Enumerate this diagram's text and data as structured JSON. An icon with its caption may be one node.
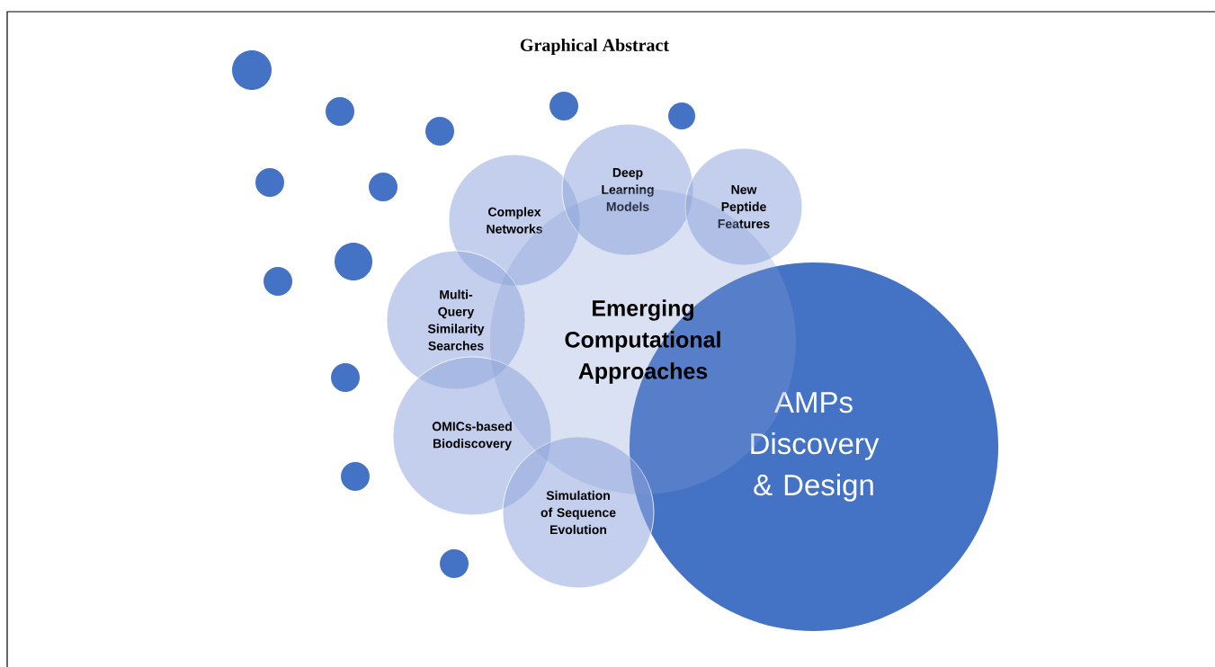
{
  "diagram": {
    "title": "Graphical Abstract",
    "nodes": [
      {
        "text": [
          "Complex Networks"
        ]
      },
      {
        "text": [
          "Deep Learning Models"
        ]
      },
      {
        "text": [
          "New Peptide Features"
        ]
      },
      {
        "text": [
          "Multi-Query Similarity Searches"
        ]
      },
      {
        "text": [
          "Emerging Computational Approaches"
        ]
      },
      {
        "text": [
          "OMICs-based Biodiscovery"
        ]
      },
      {
        "text": [
          "Simulation of Sequence Evolution"
        ]
      },
      {
        "text": [
          "AMPs Discovery & Design"
        ]
      },
      {
        "text": [],
        "shape": "circle"
      },
      {
        "text": [],
        "shape": "circle"
      },
      {
        "text": [],
        "shape": "circle"
      },
      {
        "text": [],
        "shape": "circle"
      },
      {
        "text": [],
        "shape": "circle"
      },
      {
        "text": [],
        "shape": "circle"
      },
      {
        "text": [],
        "shape": "circle"
      },
      {
        "text": [],
        "shape": "circle"
      },
      {
        "text": [],
        "shape": "circle"
      },
      {
        "text": [],
        "shape": "circle"
      },
      {
        "text": [],
        "shape": "circle"
      },
      {
        "text": [],
        "shape": "circle"
      }
    ],
    "edges": []
  }
}
